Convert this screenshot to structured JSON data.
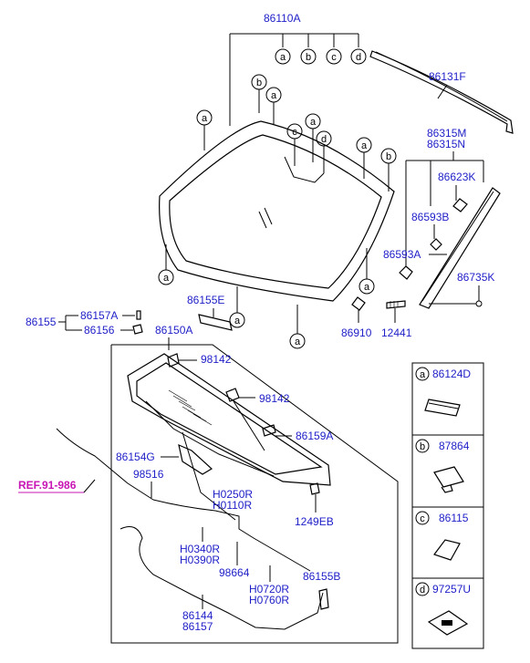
{
  "labels": {
    "p86110A": "86110A",
    "p86131F": "86131F",
    "p86315M": "86315M",
    "p86315N": "86315N",
    "p86623K": "86623K",
    "p86593B": "86593B",
    "p86593A": "86593A",
    "p86735K": "86735K",
    "p86910": "86910",
    "p12441": "12441",
    "p86155E": "86155E",
    "p86155": "86155",
    "p86157A": "86157A",
    "p86156": "86156",
    "p86150A": "86150A",
    "p98142a": "98142",
    "p98142b": "98142",
    "p86159A": "86159A",
    "p86154G": "86154G",
    "p98516": "98516",
    "pH0250R": "H0250R",
    "pH0110R": "H0110R",
    "p1249EB": "1249EB",
    "pH0340R": "H0340R",
    "pH0390R": "H0390R",
    "p98664": "98664",
    "p86155B": "86155B",
    "pH0720R": "H0720R",
    "pH0760R": "H0760R",
    "p86144": "86144",
    "p86157": "86157",
    "ref": "REF.91-986"
  },
  "callouts": {
    "a": "a",
    "b": "b",
    "c": "c",
    "d": "d"
  },
  "legend": [
    {
      "letter": "a",
      "part": "86124D"
    },
    {
      "letter": "b",
      "part": "87864"
    },
    {
      "letter": "c",
      "part": "86115"
    },
    {
      "letter": "d",
      "part": "97257U"
    }
  ]
}
